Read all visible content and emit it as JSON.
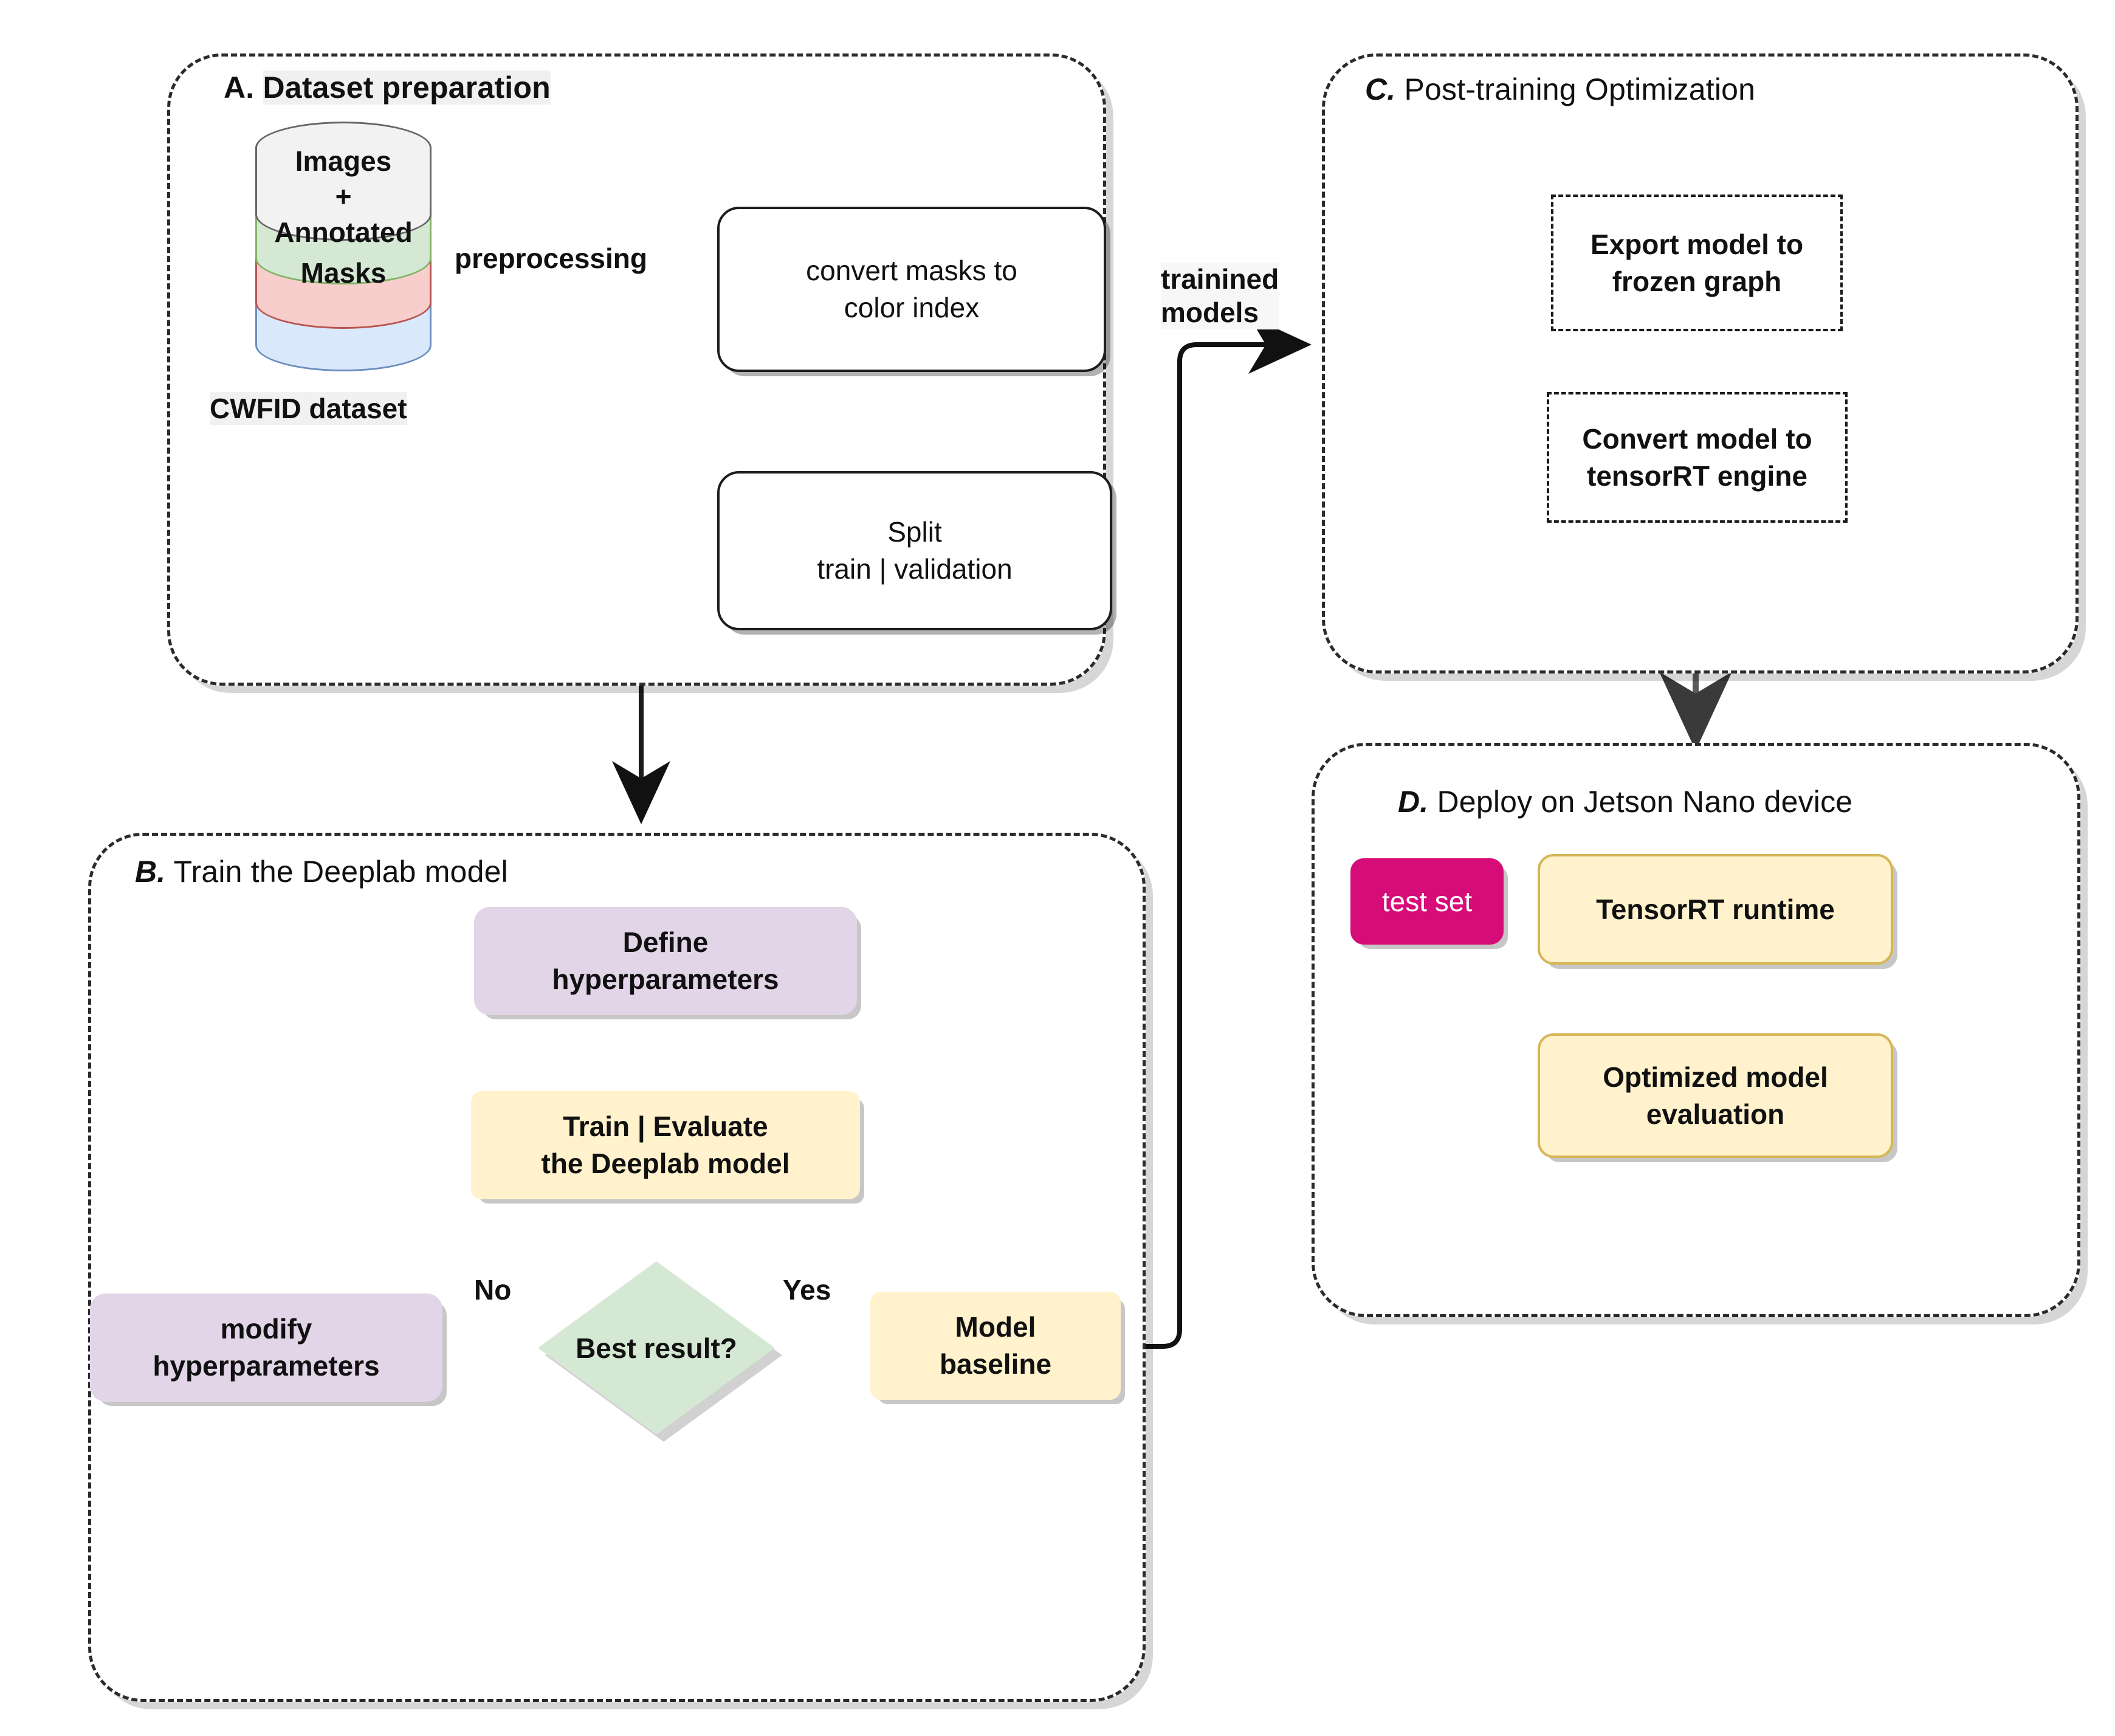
{
  "sections": [
    {
      "id": "A",
      "letter": "A.",
      "title": "Dataset preparation"
    },
    {
      "id": "B",
      "letter": "B.",
      "title": "Train the Deeplab model"
    },
    {
      "id": "C",
      "letter": "C.",
      "title": "Post-training Optimization"
    },
    {
      "id": "D",
      "letter": "D.",
      "title": "Deploy on Jetson Nano device"
    }
  ],
  "dataset": {
    "layers": [
      {
        "name": "images-layer",
        "color": "#f2f2f2",
        "border": "#666666"
      },
      {
        "name": "annotated-layer",
        "color": "#d5e8d4",
        "border": "#82b366"
      },
      {
        "name": "masks-layer",
        "color": "#f8cecc",
        "border": "#b85450"
      },
      {
        "name": "extra-layer",
        "color": "#dae8fc",
        "border": "#6c8ebf"
      }
    ],
    "label_images": "Images",
    "label_plus": "+",
    "label_annotated": "Annotated",
    "label_masks": "Masks",
    "caption": "CWFID dataset"
  },
  "nodes": {
    "convert_masks": "convert masks to\ncolor index",
    "split": "Split\ntrain | validation",
    "define_hyperparameters": "Define\nhyperparameters",
    "train_evaluate": "Train | Evaluate\nthe Deeplab  model",
    "modify_hyperparameters": "modify\nhyperparameters",
    "best_result": "Best result?",
    "model_baseline": "Model\nbaseline",
    "export_model": "Export model to\nfrozen graph",
    "convert_model": "Convert model to\ntensorRT engine",
    "test_set": "test set",
    "tensorrt_runtime": "TensorRT runtime",
    "optimized_eval": "Optimized model\nevaluation"
  },
  "edge_labels": {
    "preprocessing": "preprocessing",
    "trained_models": "trainined\nmodels",
    "no": "No",
    "yes": "Yes"
  },
  "colors": {
    "lavender": "#e1d5e7",
    "yellow": "#fff2cc",
    "yellow_border": "#d6b656",
    "green_diamond": "#d5e8d4",
    "magenta": "#d60c78",
    "stroke": "#1d1d1d",
    "stroke_gray": "#6f6f6f"
  }
}
